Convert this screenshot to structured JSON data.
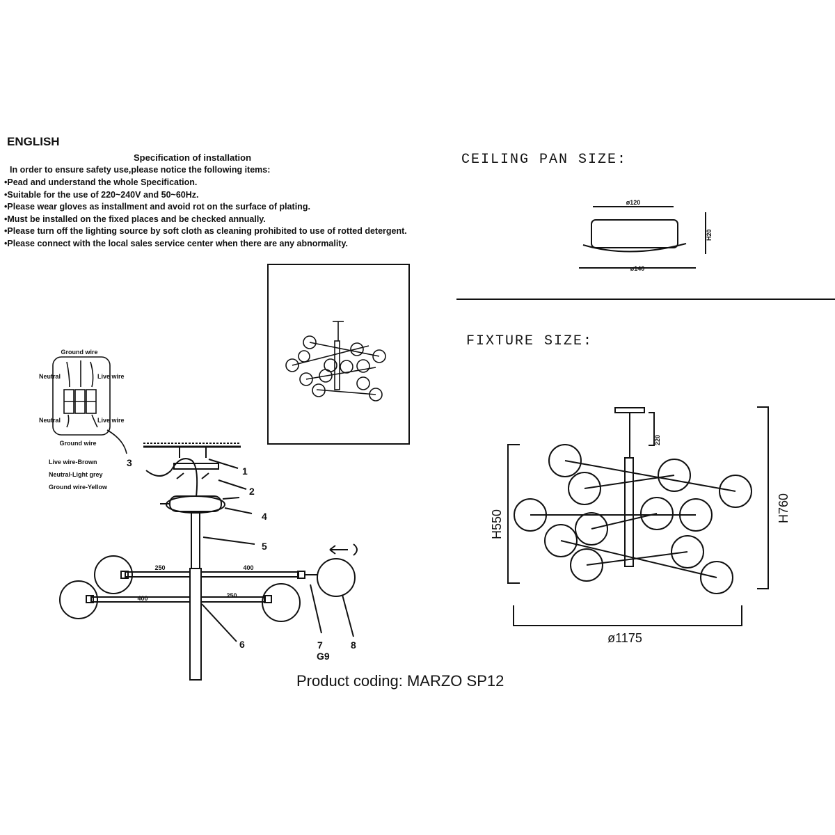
{
  "header": {
    "language": "ENGLISH"
  },
  "spec": {
    "title": "Specification of installation",
    "notice": "In order to ensure safety use,please notice the following items:",
    "items": [
      "Pead and understand the whole Specification.",
      "Suitable for the use of 220~240V and 50~60Hz.",
      "Please wear gloves as installment and avoid rot on the surface of plating.",
      "Must be installed on the fixed places and be checked annually.",
      "Please turn off the lighting source by soft cloth as cleaning prohibited to use of rotted detergent.",
      "Please connect with the local sales service center when there are any abnormality."
    ]
  },
  "wiring": {
    "ground_top": "Ground wire",
    "neutral_top": "Neutral",
    "live_top": "Live wire",
    "neutral_bottom": "Neutral",
    "live_bottom": "Live wire",
    "ground_bottom": "Ground wire",
    "legend": [
      "Live wire-Brown",
      "Neutral-Light grey",
      "Ground wire-Yellow"
    ]
  },
  "assembly": {
    "parts": [
      "1",
      "2",
      "3",
      "4",
      "5",
      "6",
      "7",
      "8"
    ],
    "bulb_type": "G9",
    "arm_dims": [
      "250",
      "400",
      "400",
      "250"
    ]
  },
  "ceiling_pan": {
    "title": "CEILING PAN SIZE:",
    "top_diameter": "ø120",
    "bottom_diameter": "ø140",
    "height": "H20"
  },
  "fixture": {
    "title": "FIXTURE SIZE:",
    "rod_length": "220",
    "height_body": "H550",
    "height_total": "H760",
    "diameter": "ø1175"
  },
  "footer": {
    "product_coding": "Product coding: MARZO SP12"
  },
  "colors": {
    "line": "#111111",
    "paper": "#ffffff"
  }
}
